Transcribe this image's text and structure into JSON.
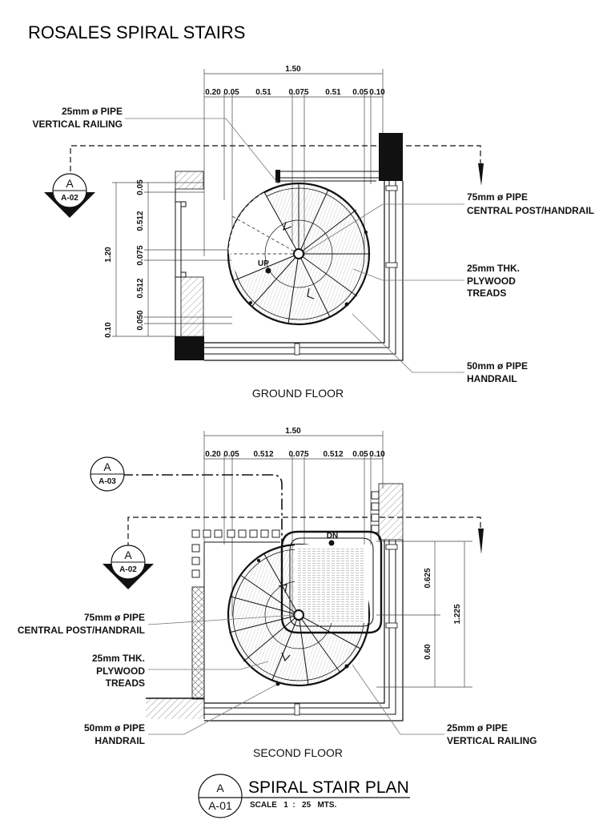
{
  "title": "ROSALES SPIRAL STAIRS",
  "ground_floor": {
    "caption": "GROUND FLOOR",
    "overall_width": "1.50",
    "top_dims": [
      "0.20",
      "0.05",
      "0.51",
      "0.075",
      "0.51",
      "0.05",
      "0.10"
    ],
    "overall_depth": "1.20",
    "side_dims": [
      "0.05",
      "0.512",
      "0.075",
      "0.512",
      "0.050",
      "0.10"
    ],
    "up_label": "UP",
    "section_marker": {
      "letter": "A",
      "sheet": "A-02"
    },
    "labels": {
      "vertical_railing": [
        "25mm ø PIPE",
        "VERTICAL RAILING"
      ],
      "central_post": [
        "75mm ø PIPE",
        "CENTRAL POST/HANDRAIL"
      ],
      "treads": [
        "25mm THK.",
        "PLYWOOD",
        "TREADS"
      ],
      "handrail": [
        "50mm ø PIPE",
        "HANDRAIL"
      ]
    }
  },
  "second_floor": {
    "caption": "SECOND FLOOR",
    "overall_width": "1.50",
    "top_dims": [
      "0.20",
      "0.05",
      "0.512",
      "0.075",
      "0.512",
      "0.05",
      "0.10"
    ],
    "side_dims": [
      "0.625",
      "0.60"
    ],
    "overall_depth": "1.225",
    "dn_label": "DN",
    "section_marker_top": {
      "letter": "A",
      "sheet": "A-03"
    },
    "section_marker": {
      "letter": "A",
      "sheet": "A-02"
    },
    "labels": {
      "central_post": [
        "75mm ø PIPE",
        "CENTRAL POST/HANDRAIL"
      ],
      "treads": [
        "25mm THK.",
        "PLYWOOD",
        "TREADS"
      ],
      "handrail": [
        "50mm ø PIPE",
        "HANDRAIL"
      ],
      "vertical_railing": [
        "25mm ø PIPE",
        "VERTICAL RAILING"
      ]
    }
  },
  "title_block": {
    "letter": "A",
    "sheet": "A-01",
    "title": "SPIRAL STAIR PLAN",
    "scale": "SCALE   1  :   25   MTS."
  }
}
